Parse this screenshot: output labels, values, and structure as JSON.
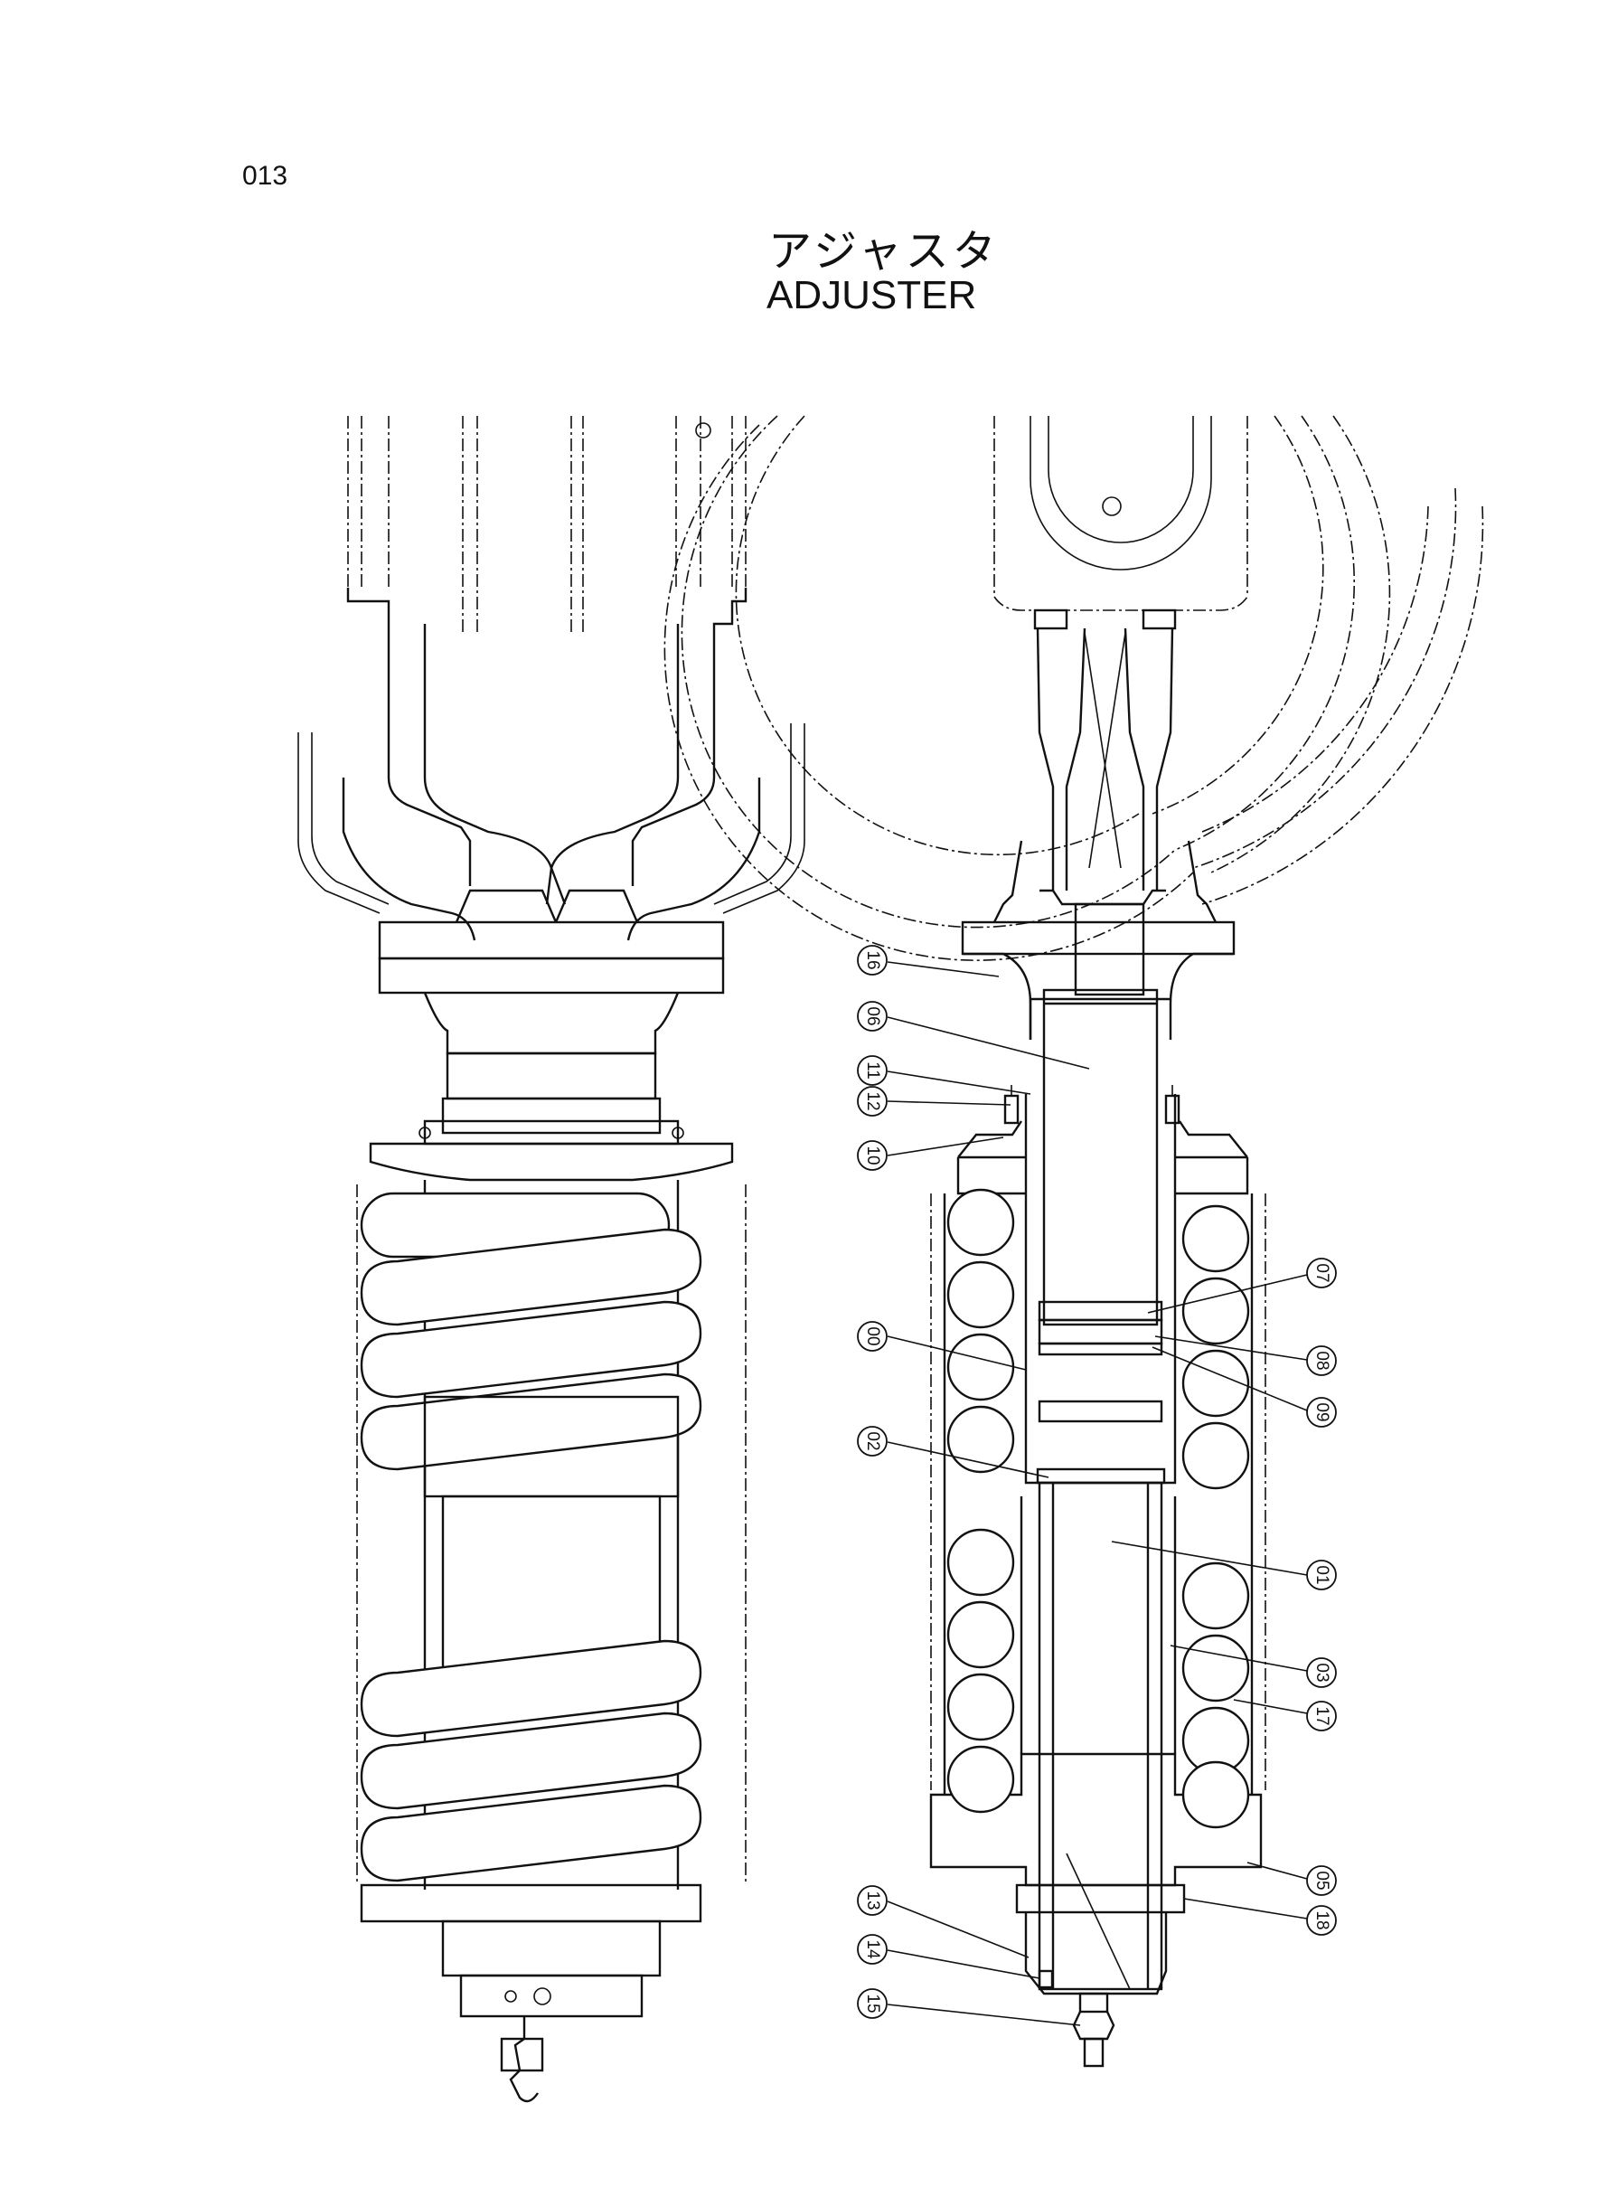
{
  "page": {
    "number": "013"
  },
  "title": {
    "japanese": "アジャスタ",
    "english": "ADJUSTER"
  },
  "callouts": [
    {
      "label": "16"
    },
    {
      "label": "06"
    },
    {
      "label": "11"
    },
    {
      "label": "12"
    },
    {
      "label": "10"
    },
    {
      "label": "07"
    },
    {
      "label": "00"
    },
    {
      "label": "08"
    },
    {
      "label": "09"
    },
    {
      "label": "02"
    },
    {
      "label": "01"
    },
    {
      "label": "03"
    },
    {
      "label": "17"
    },
    {
      "label": "05"
    },
    {
      "label": "18"
    },
    {
      "label": "13"
    },
    {
      "label": "14"
    },
    {
      "label": "15"
    }
  ]
}
